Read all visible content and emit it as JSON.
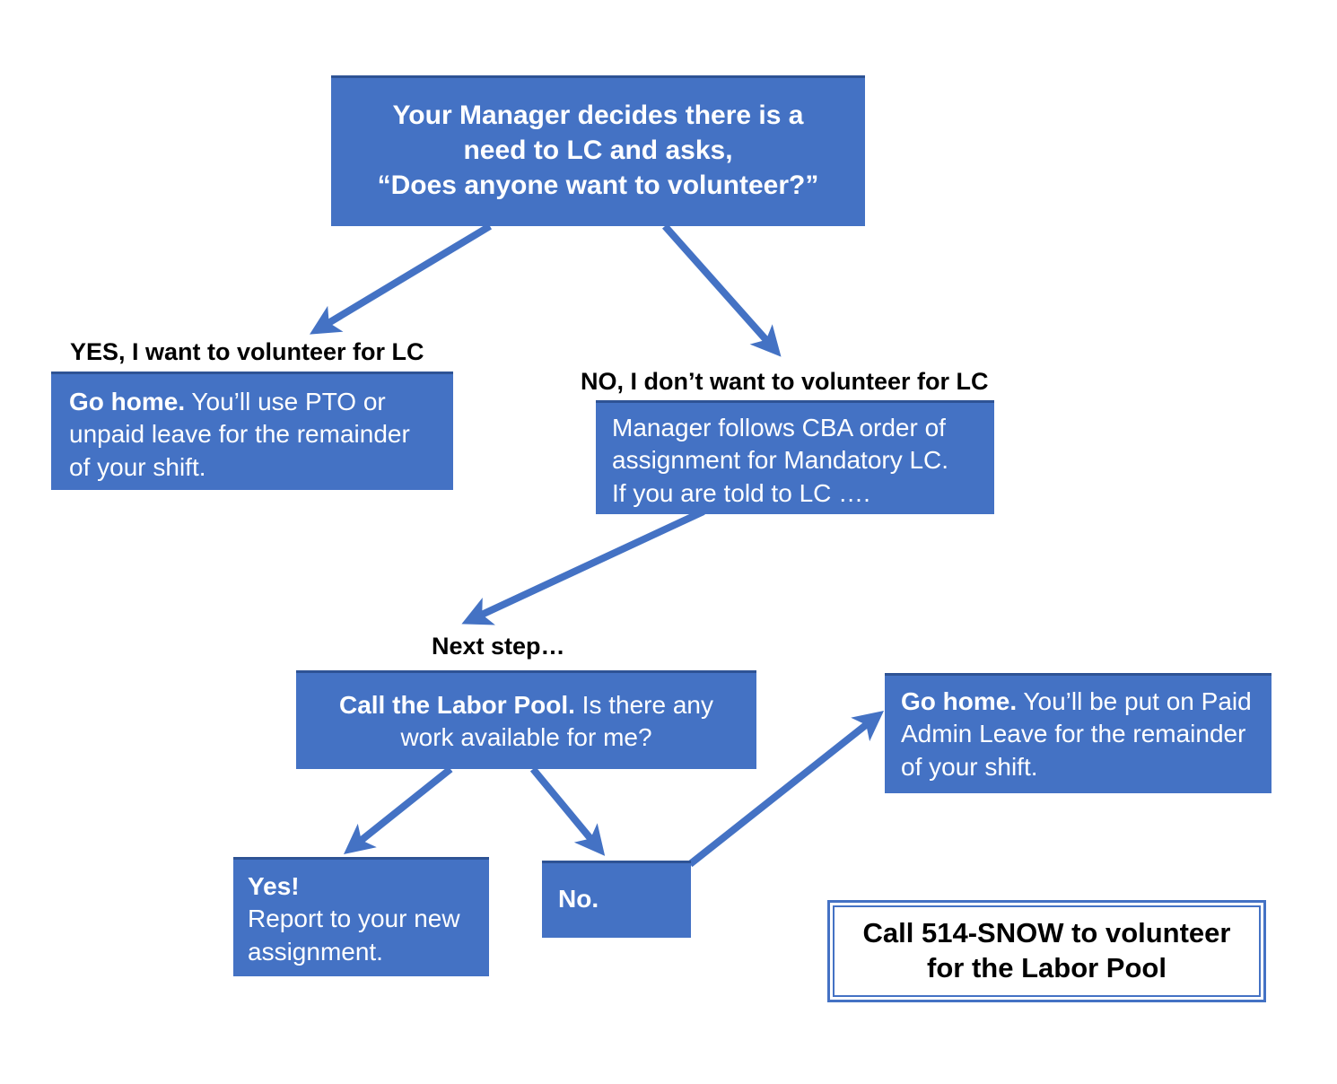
{
  "diagram": {
    "title_bg_color": "#4472C4",
    "arrow_color": "#4472C4",
    "text_on_box_color": "#FFFFFF",
    "label_color": "#000000",
    "nodes": {
      "root": {
        "line1": "Your Manager decides there is a",
        "line2": "need to LC and asks,",
        "line3": "“Does anyone want to volunteer?”"
      },
      "go_home_pto": {
        "bold": "Go home.",
        "rest": " You’ll use PTO or unpaid leave for the remainder of your shift."
      },
      "cba": {
        "line1": "Manager follows CBA order of",
        "line2": "assignment for Mandatory LC.",
        "line3": "If you are told to LC …."
      },
      "labor_pool": {
        "bold": "Call the Labor Pool.",
        "rest": " Is there any work available for me?"
      },
      "go_home_admin": {
        "bold": "Go home.",
        "rest": " You’ll be put on Paid Admin Leave for the remainder of your shift."
      },
      "yes_branch": {
        "bold": "Yes!",
        "rest": "Report to your new assignment."
      },
      "no_branch": {
        "bold": "No.",
        "rest": ""
      }
    },
    "labels": {
      "yes_volunteer": "YES, I want to volunteer for LC",
      "no_volunteer": "NO, I don’t want to volunteer for LC",
      "next_step": "Next step…"
    },
    "callout": {
      "line1": "Call 514-SNOW to volunteer",
      "line2": "for the Labor Pool"
    }
  }
}
